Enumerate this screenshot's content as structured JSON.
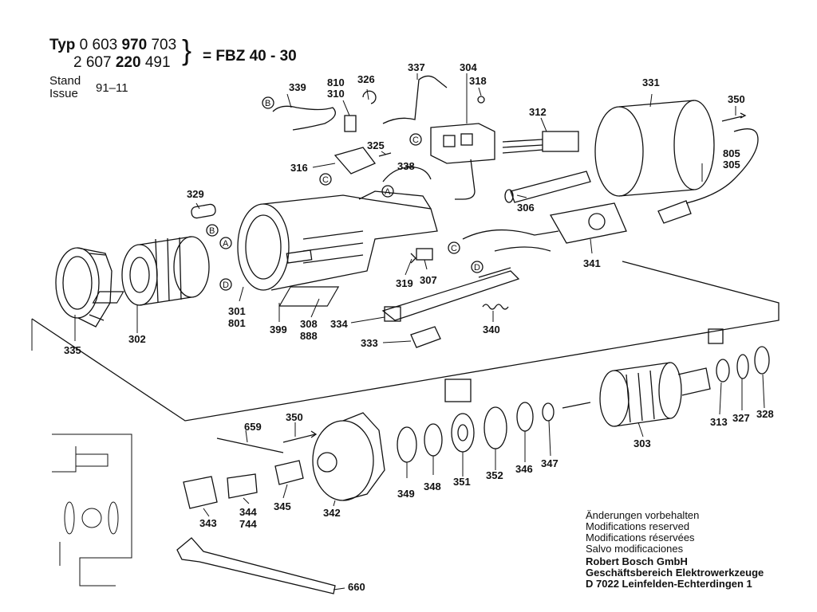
{
  "header": {
    "typ_label": "Typ",
    "line1_prefix": "0 603",
    "line1_bold": "970",
    "line1_suffix": "703",
    "line2_prefix": "2 607",
    "line2_bold": "220",
    "line2_suffix": "491",
    "model": "= FBZ 40 - 30",
    "stand_label": "Stand",
    "issue_label": "Issue",
    "date": "91–11"
  },
  "notes": [
    "Änderungen vorbehalten",
    "Modifications reserved",
    "Modifications réservées",
    "Salvo modificaciones"
  ],
  "company": [
    "Robert Bosch GmbH",
    "Geschäftsbereich Elektrowerkzeuge",
    "D 7022 Leinfelden-Echterdingen 1"
  ],
  "part_labels": {
    "p339": "339",
    "p810": "810",
    "p310": "310",
    "p326": "326",
    "p337": "337",
    "p304": "304",
    "p318": "318",
    "p331": "331",
    "p350a": "350",
    "p312": "312",
    "p325": "325",
    "p338": "338",
    "p316": "316",
    "p805": "805",
    "p305": "305",
    "p306": "306",
    "p329": "329",
    "p341": "341",
    "p319": "319",
    "p307": "307",
    "p301": "301",
    "p801": "801",
    "p399": "399",
    "p308": "308",
    "p888": "888",
    "p334": "334",
    "p340": "340",
    "p335": "335",
    "p302": "302",
    "p333": "333",
    "p313": "313",
    "p327": "327",
    "p328": "328",
    "p303": "303",
    "p659": "659",
    "p350b": "350",
    "p349": "349",
    "p348": "348",
    "p351": "351",
    "p352": "352",
    "p346": "346",
    "p347": "347",
    "p343": "343",
    "p344": "344",
    "p744": "744",
    "p345": "345",
    "p342": "342",
    "p660": "660"
  },
  "ring_letters": {
    "b1": "B",
    "c1": "C",
    "c2": "C",
    "a1": "A",
    "b2": "B",
    "a2": "A",
    "d1": "D",
    "c3": "C",
    "d2": "D"
  }
}
